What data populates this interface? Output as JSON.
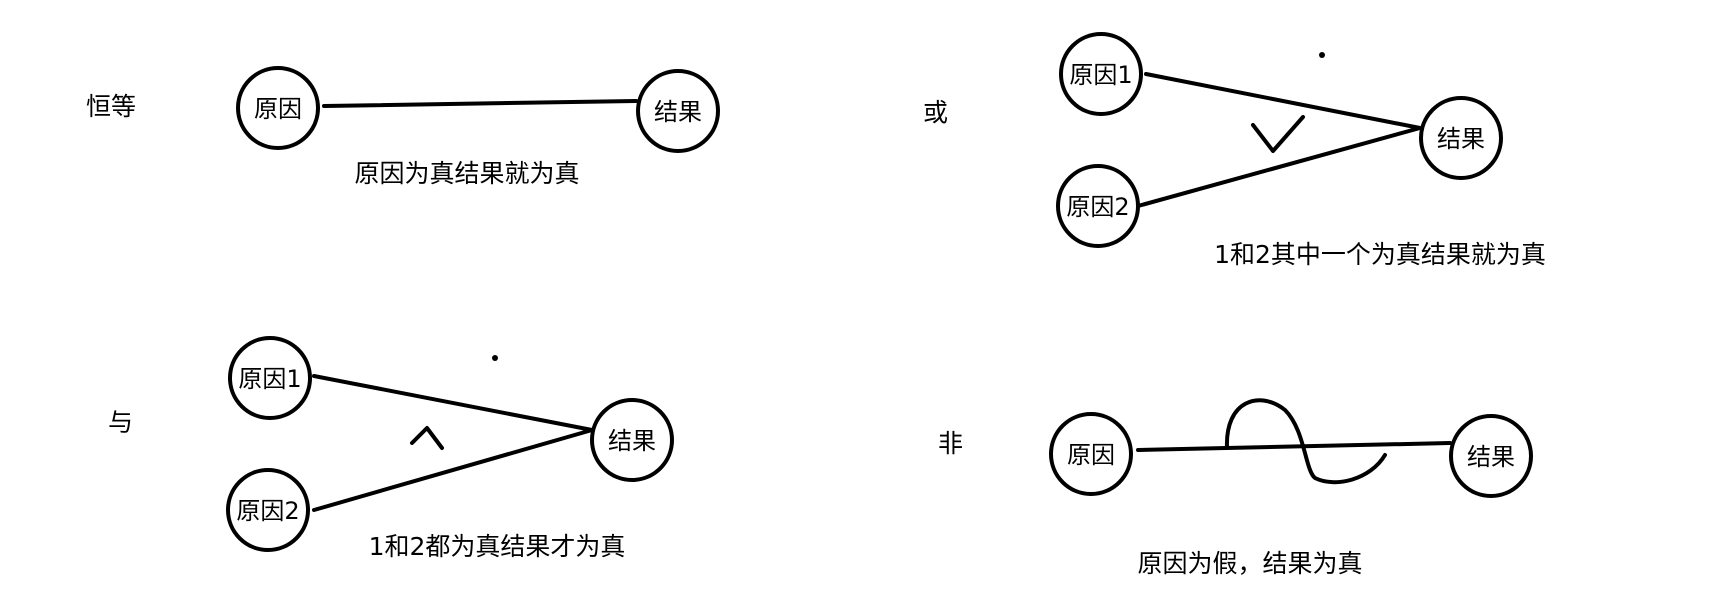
{
  "diagram": {
    "identity": {
      "op_label": "恒等",
      "cause_label": "原因",
      "effect_label": "结果",
      "caption": "原因为真结果就为真"
    },
    "or": {
      "op_label": "或",
      "cause1_label": "原因1",
      "cause2_label": "原因2",
      "effect_label": "结果",
      "symbol": "∨",
      "caption": "1和2其中一个为真结果就为真"
    },
    "and": {
      "op_label": "与",
      "cause1_label": "原因1",
      "cause2_label": "原因2",
      "effect_label": "结果",
      "symbol": "∧",
      "caption": "1和2都为真结果才为真"
    },
    "not": {
      "op_label": "非",
      "cause_label": "原因",
      "effect_label": "结果",
      "symbol": "~",
      "caption": "原因为假，结果为真"
    }
  }
}
